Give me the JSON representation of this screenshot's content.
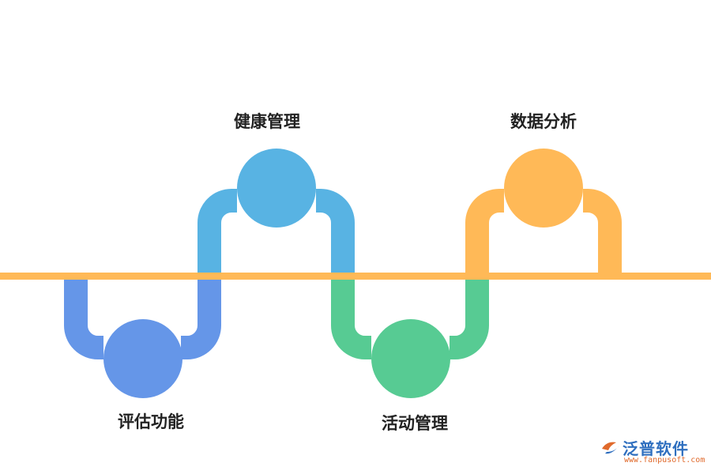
{
  "diagram": {
    "nodes": [
      {
        "label": "评估功能",
        "color": "#6596e8",
        "position": "below"
      },
      {
        "label": "健康管理",
        "color": "#58b3e3",
        "position": "above"
      },
      {
        "label": "活动管理",
        "color": "#57cb93",
        "position": "below"
      },
      {
        "label": "数据分析",
        "color": "#ffb957",
        "position": "above"
      }
    ],
    "line_color": "#ffb957"
  },
  "watermark": {
    "brand": "泛普软件",
    "url": "www.fanpusoft.com"
  }
}
